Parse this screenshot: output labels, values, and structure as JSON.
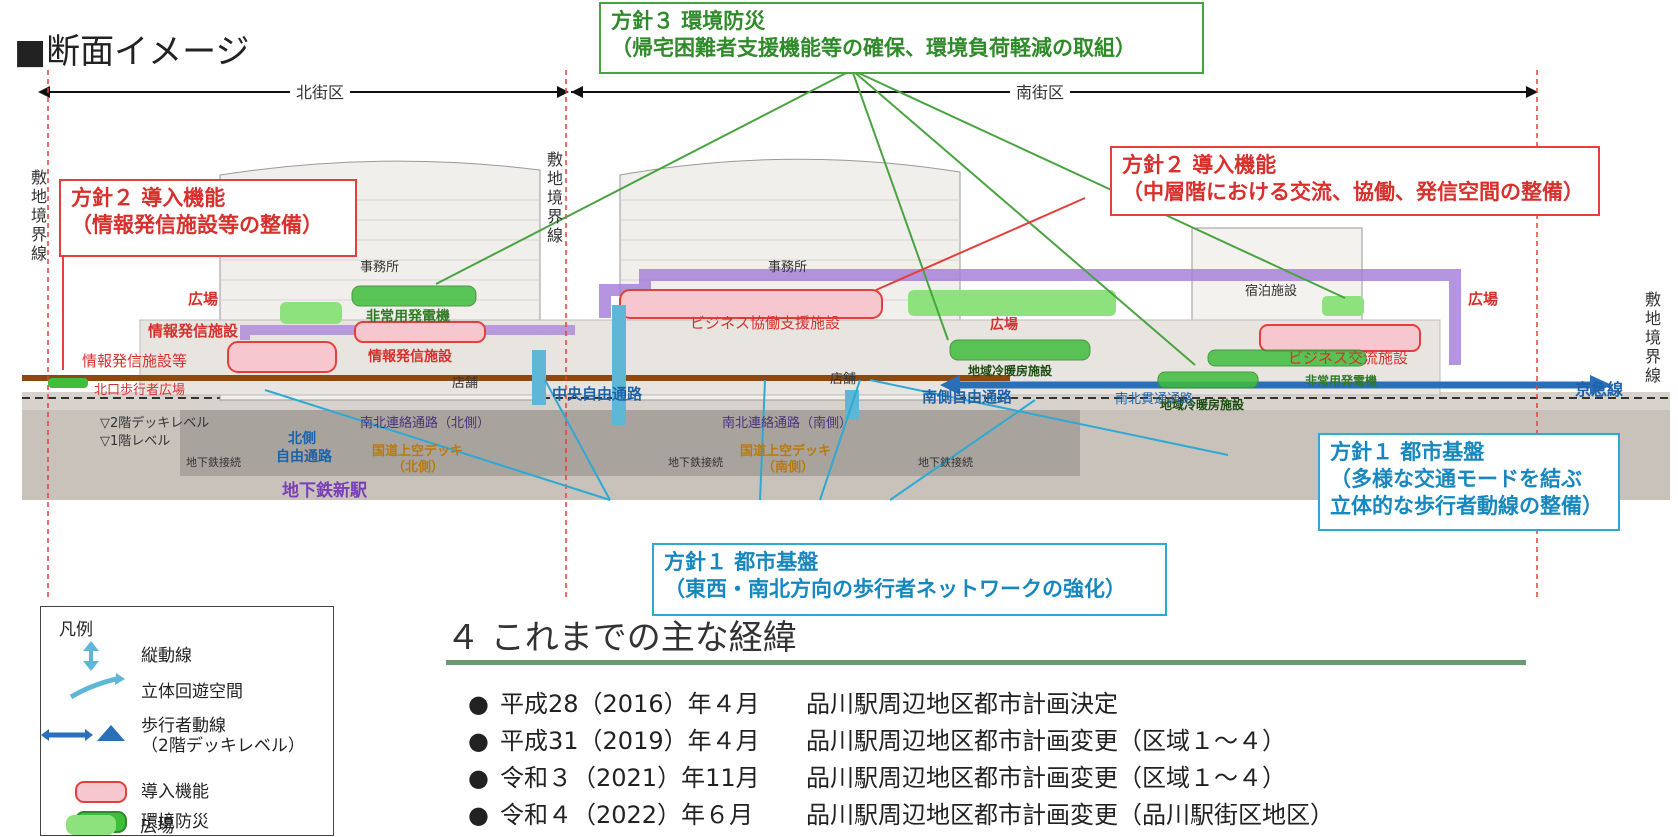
{
  "title": "■断面イメージ",
  "zones": {
    "north": "北街区",
    "south": "南街区"
  },
  "boundary_label": "敷地境界線",
  "callouts": {
    "policy3": {
      "line1": "方針３ 環境防災",
      "line2": "（帰宅困難者支援機能等の確保、環境負荷軽減の取組）"
    },
    "policy2_left": {
      "line1": "方針２ 導入機能",
      "line2": "（情報発信施設等の整備）"
    },
    "policy2_right": {
      "line1": "方針２ 導入機能",
      "line2": "（中層階における交流、協働、発信空間の整備）"
    },
    "policy1_center": {
      "line1": "方針１ 都市基盤",
      "line2": "（東西・南北方向の歩行者ネットワークの強化）"
    },
    "policy1_right": {
      "line1": "方針１ 都市基盤",
      "line2": "（多様な交通モードを結ぶ",
      "line3": "立体的な歩行者動線の整備）"
    }
  },
  "labels": {
    "office_n": "事務所",
    "office_s": "事務所",
    "hotel": "宿泊施設",
    "plaza_1": "広場",
    "plaza_2": "広場",
    "plaza_3": "広場",
    "info_facility": "情報発信施設",
    "info_facility_2": "情報発信施設",
    "info_facilities": "情報発信施設等",
    "north_exit_plaza": "北口歩行者広場",
    "emergency_gen_1": "非常用発電機",
    "emergency_gen_2": "非常用発電機",
    "business_collab": "ビジネス協働支援施設",
    "business_exchange": "ビジネス交流施設",
    "district_hvac_1": "地域冷暖房施設",
    "district_hvac_2": "地域冷暖房施設",
    "shop_1": "店舗",
    "shop_2": "店舗",
    "central_passage": "中央自由通路",
    "south_passage": "南側自由通路",
    "north_passage_1": "北側",
    "north_passage_2": "自由通路",
    "ns_passage_north": "南北連絡通路（北側）",
    "ns_passage_south": "南北連絡通路（南側）",
    "ns_through": "南北貫通通路",
    "deck_2f": "▽2階デッキレベル",
    "level_1f": "▽1階レベル",
    "subway_conn_1": "地下鉄接続",
    "subway_conn_2": "地下鉄接続",
    "subway_conn_3": "地下鉄接続",
    "deck_n_1": "国道上空デッキ",
    "deck_n_2": "（北側）",
    "deck_s_1": "国道上空デッキ",
    "deck_s_2": "（南側）",
    "subway_station": "地下鉄新駅",
    "keikyu": "京急線"
  },
  "legend": {
    "title": "凡例",
    "items": [
      "縦動線",
      "立体回遊空間",
      "歩行者動線",
      "（2階デッキレベル）",
      "導入機能",
      "環境防災",
      "広場"
    ]
  },
  "section": {
    "title": "４ これまでの主な経緯",
    "history": [
      {
        "date": "平成28（2016）年４月",
        "event": "品川駅周辺地区都市計画決定"
      },
      {
        "date": "平成31（2019）年４月",
        "event": "品川駅周辺地区都市計画変更（区域１～４）"
      },
      {
        "date": "令和３（2021）年11月",
        "event": "品川駅周辺地区都市計画変更（区域１～４）"
      },
      {
        "date": "令和４（2022）年６月",
        "event": "品川駅周辺地区都市計画変更（品川駅街区地区）"
      }
    ]
  },
  "colors": {
    "red": "#e2403c",
    "green": "#4aa341",
    "blue": "#2fa9d3",
    "purple": "#8a55c8",
    "brown": "#8a4a12"
  }
}
